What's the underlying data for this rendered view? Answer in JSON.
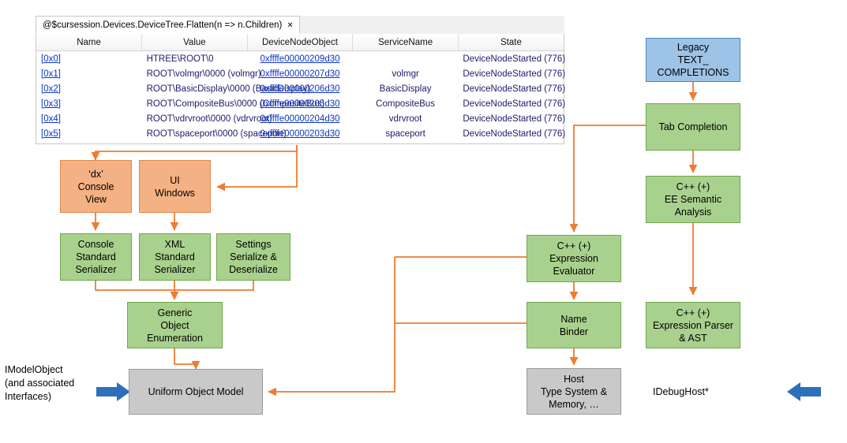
{
  "grid": {
    "tab": {
      "label": "@$cursession.Devices.DeviceTree.Flatten(n => n.Children)",
      "close": "×"
    },
    "columns": [
      "Name",
      "Value",
      "DeviceNodeObject",
      "ServiceName",
      "State"
    ],
    "rows": [
      {
        "name": "[0x0]",
        "value": "HTREE\\ROOT\\0",
        "node": "0xffffe00000209d30",
        "service": "",
        "state": "DeviceNodeStarted (776)"
      },
      {
        "name": "[0x1]",
        "value": "ROOT\\volmgr\\0000 (volmgr)",
        "node": "0xffffe00000207d30",
        "service": "volmgr",
        "state": "DeviceNodeStarted (776)"
      },
      {
        "name": "[0x2]",
        "value": "ROOT\\BasicDisplay\\0000 (BasicDisplay)",
        "node": "0xffffe00000206d30",
        "service": "BasicDisplay",
        "state": "DeviceNodeStarted (776)"
      },
      {
        "name": "[0x3]",
        "value": "ROOT\\CompositeBus\\0000 (CompositeBus)",
        "node": "0xffffe00000205d30",
        "service": "CompositeBus",
        "state": "DeviceNodeStarted (776)"
      },
      {
        "name": "[0x4]",
        "value": "ROOT\\vdrvroot\\0000 (vdrvroot)",
        "node": "0xffffe00000204d30",
        "service": "vdrvroot",
        "state": "DeviceNodeStarted (776)"
      },
      {
        "name": "[0x5]",
        "value": "ROOT\\spaceport\\0000 (spaceport)",
        "node": "0xffffe00000203d30",
        "service": "spaceport",
        "state": "DeviceNodeStarted (776)"
      }
    ]
  },
  "diagram": {
    "colors": {
      "orange_fill": "#F4B183",
      "orange_border": "#E08A4B",
      "green_fill": "#A9D18E",
      "green_border": "#6FA84A",
      "blue_fill": "#9DC3E6",
      "blue_border": "#4A87C2",
      "grey_fill": "#C9C9C9",
      "grey_border": "#9B9B9B",
      "connector": "#ED7D31",
      "interface_arrow": "#2E6FBA"
    },
    "nodes": {
      "dx_console_view": [
        "‘dx’",
        "Console",
        "View"
      ],
      "ui_windows": [
        "UI",
        "Windows"
      ],
      "console_standard_serializer": [
        "Console",
        "Standard",
        "Serializer"
      ],
      "xml_standard_serializer": [
        "XML",
        "Standard",
        "Serializer"
      ],
      "settings_serialize_deserialize": [
        "Settings",
        "Serialize &",
        "Deserialize"
      ],
      "generic_object_enumeration": [
        "Generic",
        "Object",
        "Enumeration"
      ],
      "uniform_object_model": [
        "Uniform Object Model"
      ],
      "legacy_text_completions": [
        "Legacy",
        "TEXT_",
        "COMPLETIONS"
      ],
      "tab_completion": [
        "Tab Completion"
      ],
      "ee_semantic_analysis": [
        "C++ (+)",
        "EE Semantic",
        "Analysis"
      ],
      "expression_evaluator": [
        "C++ (+)",
        "Expression",
        "Evaluator"
      ],
      "name_binder": [
        "Name",
        "Binder"
      ],
      "expression_parser_ast": [
        "C++ (+)",
        "Expression Parser",
        "& AST"
      ],
      "host_type_system_memory": [
        "Host",
        "Type System &",
        "Memory, …"
      ]
    },
    "labels": {
      "imodelobject": [
        "IModelObject",
        "(and associated",
        "Interfaces)"
      ],
      "idebughost": "IDebugHost*"
    }
  }
}
